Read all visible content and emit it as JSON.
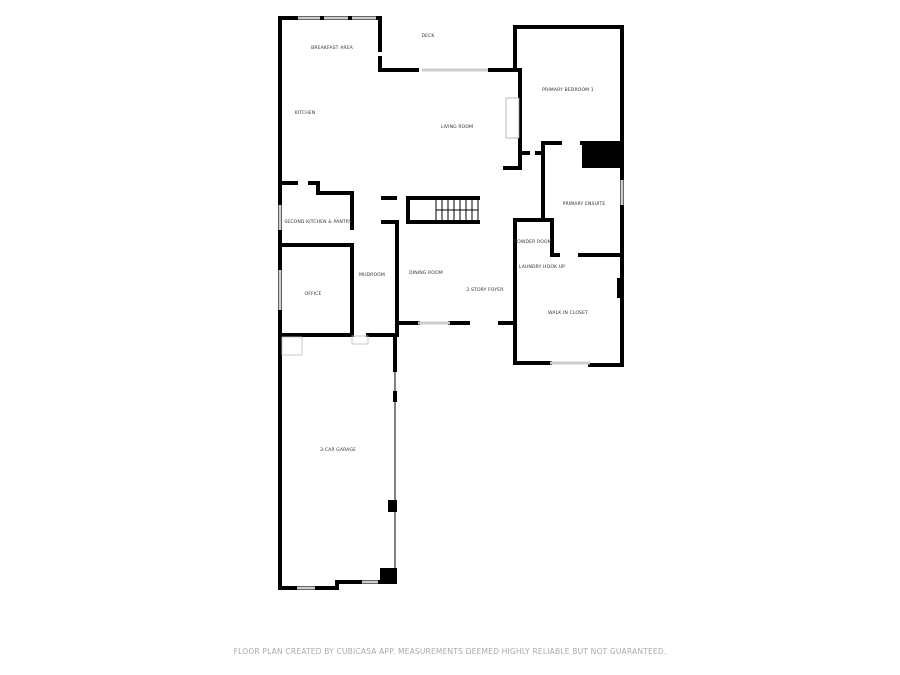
{
  "floorplan": {
    "rooms": {
      "breakfast_area": "BREAKFAST AREA",
      "deck": "DECK",
      "kitchen": "KITCHEN",
      "living_room": "LIVING ROOM",
      "primary_bedroom": "PRIMARY BEDROOM 1",
      "primary_ensuite": "PRIMARY ENSUITE",
      "second_kitchen": "SECOND KITCHEN & PANTRY",
      "powder_room": "POWDER ROOM",
      "laundry": "LAUNDRY HOOK UP",
      "mudroom": "MUDROOM",
      "dining_room": "DINING ROOM",
      "foyer": "2 STORY FOYER",
      "office": "OFFICE",
      "walk_in_closet": "WALK IN CLOSET",
      "garage": "3-CAR GARAGE"
    },
    "colors": {
      "walls": "#000000",
      "windows": "#cccccc",
      "footer_text": "#aaaaaa"
    }
  },
  "footer": {
    "text": "FLOOR PLAN CREATED BY CUBICASA APP. MEASUREMENTS DEEMED HIGHLY RELIABLE BUT NOT GUARANTEED."
  }
}
